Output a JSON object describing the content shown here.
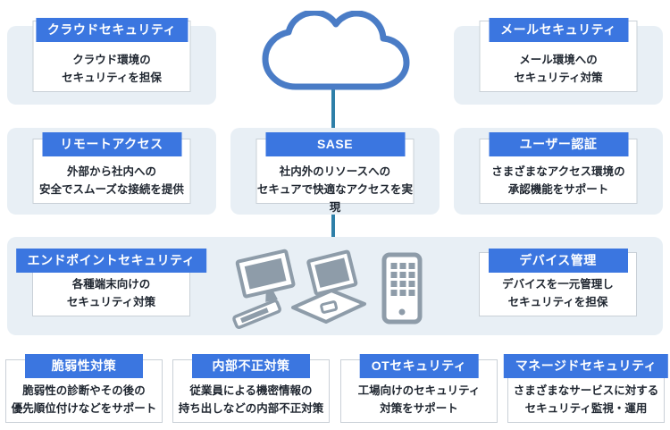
{
  "palette": {
    "tab_blue": "#3B76E0",
    "panel_blue": "#E8EFF5",
    "card_border": "#C9D0D7",
    "line_teal": "#2E7FA8",
    "cloud_blue": "#4A7CC6",
    "device_gray": "#8E9CA9",
    "text_dark": "#1F2630"
  },
  "icons": {
    "cloud": "cloud-icon",
    "desktop": "desktop-computer-icon",
    "laptop": "laptop-icon",
    "smartphone": "smartphone-icon"
  },
  "cards": {
    "cloud_security": {
      "title": "クラウドセキュリティ",
      "desc": [
        "クラウド環境の",
        "セキュリティを担保"
      ]
    },
    "mail_security": {
      "title": "メールセキュリティ",
      "desc": [
        "メール環境への",
        "セキュリティ対策"
      ]
    },
    "remote_access": {
      "title": "リモートアクセス",
      "desc": [
        "外部から社内への",
        "安全でスムーズな接続を提供"
      ]
    },
    "sase": {
      "title": "SASE",
      "desc": [
        "社内外のリソースへの",
        "セキュアで快適なアクセスを実現"
      ]
    },
    "user_auth": {
      "title": "ユーザー認証",
      "desc": [
        "さまざまなアクセス環境の",
        "承認機能をサポート"
      ]
    },
    "endpoint_security": {
      "title": "エンドポイントセキュリティ",
      "desc": [
        "各種端末向けの",
        "セキュリティ対策"
      ]
    },
    "device_management": {
      "title": "デバイス管理",
      "desc": [
        "デバイスを一元管理し",
        "セキュリティを担保"
      ]
    },
    "vulnerability": {
      "title": "脆弱性対策",
      "desc": [
        "脆弱性の診断やその後の",
        "優先順位付けなどをサポート"
      ]
    },
    "insider_threat": {
      "title": "内部不正対策",
      "desc": [
        "従業員による機密情報の",
        "持ち出しなどの内部不正対策"
      ]
    },
    "ot_security": {
      "title": "OTセキュリティ",
      "desc": [
        "工場向けのセキュリティ",
        "対策をサポート"
      ]
    },
    "managed_security": {
      "title": "マネージドセキュリティ",
      "desc": [
        "さまざまなサービスに対する",
        "セキュリティ監視・運用"
      ]
    }
  }
}
